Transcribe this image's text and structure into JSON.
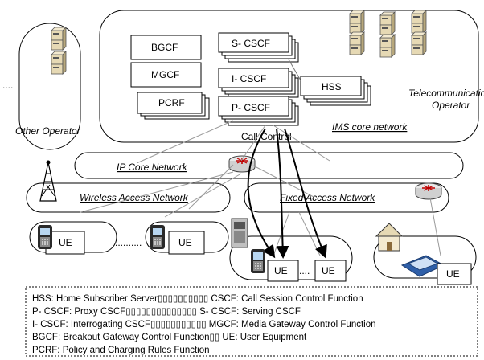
{
  "labels": {
    "other_operator": "Other Operator",
    "telecom_operator_line1": "Telecommunication",
    "telecom_operator_line2": "Operator",
    "ims_core": "IMS core network",
    "call_control": "Call Control",
    "ip_core": "IP Core Network",
    "wireless_access": "Wireless Access Network",
    "fixed_access": "Fixed Access Network",
    "ellipsis": "..........",
    "ellipsis_short": "...."
  },
  "functions": {
    "bgcf": "BGCF",
    "mgcf": "MGCF",
    "pcrf": "PCRF",
    "scscf": "S- CSCF",
    "icscf": "I- CSCF",
    "pcscf": "P- CSCF",
    "hss": "HSS"
  },
  "ue_label": "UE",
  "legend": [
    "HSS: Home Subscriber Server▯▯▯▯▯▯▯▯▯▯ CSCF: Call Session Control Function",
    "P- CSCF: Proxy CSCF▯▯▯▯▯▯▯▯▯▯▯▯▯▯ S- CSCF: Serving CSCF",
    "I- CSCF: Interrogating CSCF▯▯▯▯▯▯▯▯▯▯▯ MGCF: Media Gateway Control Function",
    "BGCF: Breakout Gateway Control Function▯▯ UE: User Equipment",
    "PCRF: Policy and Charging Rules Function"
  ],
  "colors": {
    "router_fill": "#e8e8e8",
    "router_arrow": "#c00000",
    "link_gray": "#9a9a9a",
    "phone_blue": "#2f5fa8"
  }
}
